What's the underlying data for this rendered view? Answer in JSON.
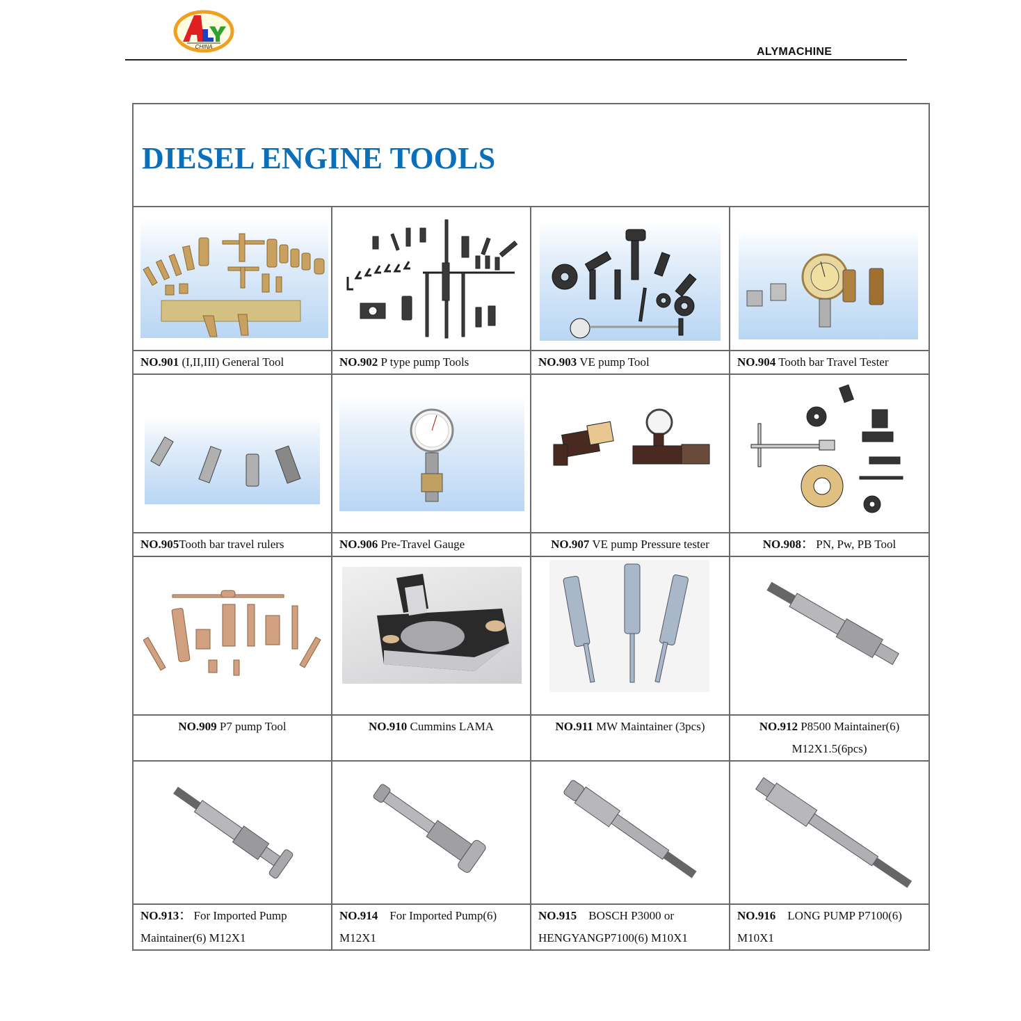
{
  "header": {
    "logo_text": "ALY",
    "logo_subtext": "CHINA",
    "brand": "ALYMACHINE"
  },
  "title": "DIESEL ENGINE TOOLS",
  "colors": {
    "title": "#0a6fb8",
    "border": "#6a6a6a",
    "logo_ring": "#f0a020",
    "logo_red": "#e02020",
    "logo_blue": "#2040c0",
    "logo_green": "#30a030"
  },
  "products": [
    {
      "no": "NO.901",
      "desc": " (I,II,III) General Tool",
      "line2": ""
    },
    {
      "no": "NO.902",
      "desc": " P type pump Tools",
      "line2": ""
    },
    {
      "no": "NO.903",
      "desc": " VE pump Tool",
      "line2": ""
    },
    {
      "no": "NO.904",
      "desc": " Tooth bar Travel Tester",
      "line2": ""
    },
    {
      "no": "NO.905",
      "desc": "Tooth bar travel rulers",
      "line2": ""
    },
    {
      "no": "NO.906",
      "desc": " Pre-Travel Gauge",
      "line2": ""
    },
    {
      "no": "NO.907",
      "desc": " VE pump Pressure tester",
      "line2": ""
    },
    {
      "no": "NO.908",
      "desc": "： PN, Pw, PB Tool",
      "line2": ""
    },
    {
      "no": "NO.909",
      "desc": " P7 pump Tool",
      "line2": ""
    },
    {
      "no": "NO.910",
      "desc": " Cummins LAMA",
      "line2": ""
    },
    {
      "no": "NO.911",
      "desc": " MW Maintainer (3pcs)",
      "line2": ""
    },
    {
      "no": "NO.912",
      "desc": " P8500 Maintainer(6)",
      "line2": "M12X1.5(6pcs)"
    },
    {
      "no": "NO.913",
      "desc": "： For Imported Pump",
      "line2": "Maintainer(6) M12X1"
    },
    {
      "no": "NO.914",
      "desc": "    For Imported Pump(6)",
      "line2": "M12X1"
    },
    {
      "no": "NO.915",
      "desc": "    BOSCH P3000 or",
      "line2": "HENGYANGP7100(6) M10X1"
    },
    {
      "no": "NO.916",
      "desc": "    LONG PUMP P7100(6)",
      "line2": "M10X1"
    }
  ]
}
